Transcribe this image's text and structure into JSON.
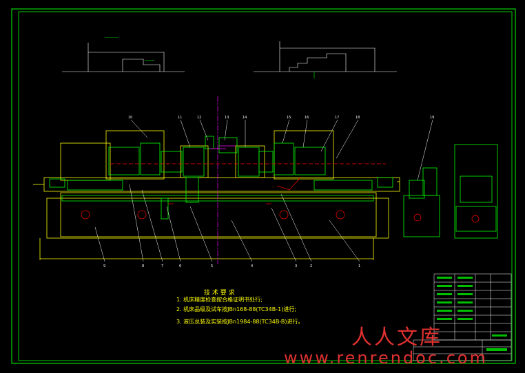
{
  "drawing": {
    "colors": {
      "frame": "#00ff00",
      "outline": "#ffff00",
      "parts": "#00ff00",
      "centerline": "#ff00ff",
      "hatch": "#ff0000",
      "dimension": "#00ffff",
      "watermark": "#e03030"
    },
    "part_numbers_top": [
      "10",
      "11",
      "12",
      "13",
      "14",
      "15",
      "16",
      "17",
      "18",
      "19"
    ],
    "part_numbers_bottom": [
      "9",
      "8",
      "7",
      "6",
      "5",
      "4",
      "3",
      "2",
      "1"
    ],
    "technical_requirements": {
      "title": "技 术 要 求",
      "items": [
        "1. 机床精度检查按合格证明书处行;",
        "2. 机床品级及试车按JBn168-88(TC34B-1)进行;",
        "3. 液压总装及实装按JBn1984-88(TC34B-B)进行。"
      ]
    },
    "watermark": {
      "cn": "人人文库",
      "url": "www.renrendoc.com"
    }
  }
}
